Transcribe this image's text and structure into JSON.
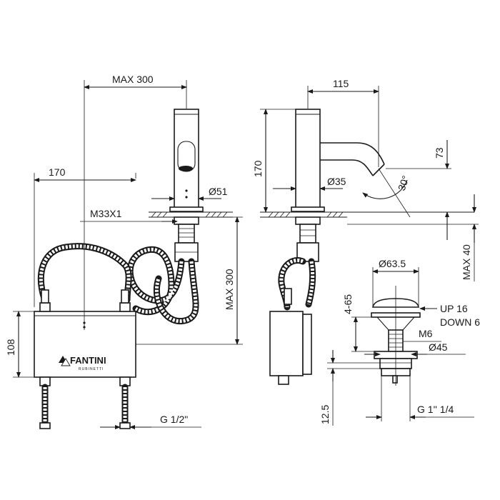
{
  "dimensions": {
    "left_view": {
      "max_300_top": "MAX 300",
      "width_170": "170",
      "diameter_51": "Ø51",
      "thread_m33": "M33X1",
      "max_300_side": "MAX 300",
      "height_108": "108",
      "inlet_g12": "G 1/2\""
    },
    "right_view": {
      "spout_115": "115",
      "height_170": "170",
      "height_73": "73",
      "angle_30": "30°",
      "diameter_35": "Ø35",
      "max_40": "MAX 40"
    },
    "drain": {
      "diameter_63_5": "Ø63.5",
      "range_4_65": "4-65",
      "up_16": "UP 16",
      "down_6": "DOWN 6",
      "m6": "M6",
      "diameter_45": "Ø45",
      "height_12_5": "12.5",
      "thread_g1_14": "G 1'' 1/4"
    }
  },
  "brand": {
    "logo_text": "FANTINI",
    "logo_subtext": "RUBINETTI"
  },
  "colors": {
    "ink": "#1a1a1a",
    "paper": "#ffffff"
  }
}
